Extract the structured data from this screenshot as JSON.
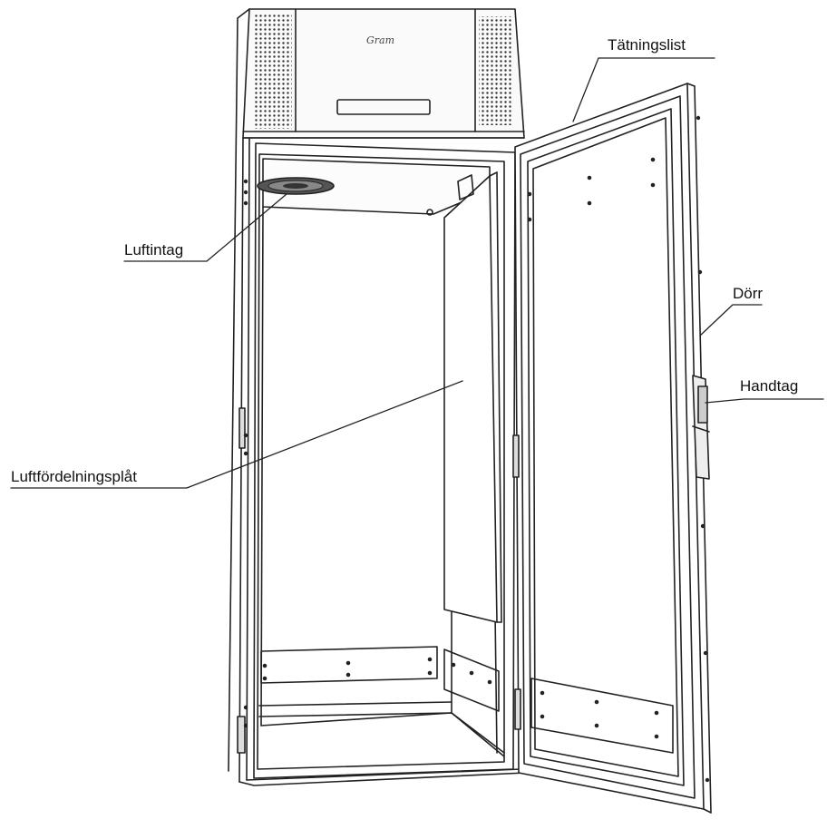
{
  "logo": "Gram",
  "labels": {
    "tatningslist": "Tätningslist",
    "luftintag": "Luftintag",
    "dorr": "Dörr",
    "handtag": "Handtag",
    "luftfordelningsplat": "Luftfördelningsplåt"
  }
}
